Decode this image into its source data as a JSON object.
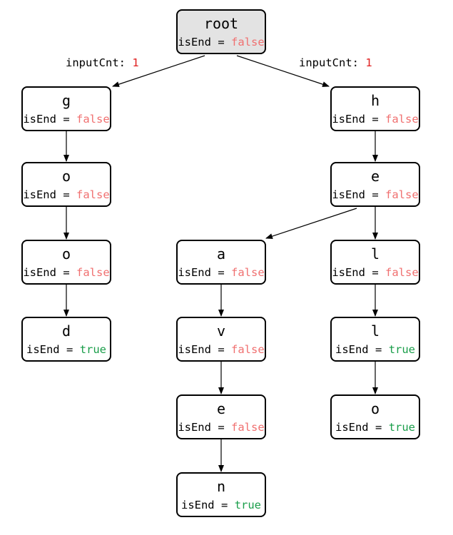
{
  "flag_key": "isEnd",
  "flag_sep": "=",
  "edge_label_key": "inputCnt:",
  "colors": {
    "false": "#f07070",
    "true": "#1a9e4a",
    "count": "#e02020",
    "root_fill": "#e3e3e3"
  },
  "nodes": [
    {
      "id": "root",
      "char": "root",
      "isEnd": "false"
    },
    {
      "id": "g",
      "char": "g",
      "isEnd": "false"
    },
    {
      "id": "g-o1",
      "char": "o",
      "isEnd": "false"
    },
    {
      "id": "g-o2",
      "char": "o",
      "isEnd": "false"
    },
    {
      "id": "g-d",
      "char": "d",
      "isEnd": "true"
    },
    {
      "id": "h",
      "char": "h",
      "isEnd": "false"
    },
    {
      "id": "h-e",
      "char": "e",
      "isEnd": "false"
    },
    {
      "id": "h-a",
      "char": "a",
      "isEnd": "false"
    },
    {
      "id": "h-v",
      "char": "v",
      "isEnd": "false"
    },
    {
      "id": "h-e2",
      "char": "e",
      "isEnd": "false"
    },
    {
      "id": "h-n",
      "char": "n",
      "isEnd": "true"
    },
    {
      "id": "h-l1",
      "char": "l",
      "isEnd": "false"
    },
    {
      "id": "h-l2",
      "char": "l",
      "isEnd": "true"
    },
    {
      "id": "h-o",
      "char": "o",
      "isEnd": "true"
    }
  ],
  "edges": [
    {
      "from": "root",
      "to": "g",
      "label": "1"
    },
    {
      "from": "root",
      "to": "h",
      "label": "1"
    },
    {
      "from": "g",
      "to": "g-o1"
    },
    {
      "from": "g-o1",
      "to": "g-o2"
    },
    {
      "from": "g-o2",
      "to": "g-d"
    },
    {
      "from": "h",
      "to": "h-e"
    },
    {
      "from": "h-e",
      "to": "h-a"
    },
    {
      "from": "h-e",
      "to": "h-l1"
    },
    {
      "from": "h-a",
      "to": "h-v"
    },
    {
      "from": "h-v",
      "to": "h-e2"
    },
    {
      "from": "h-e2",
      "to": "h-n"
    },
    {
      "from": "h-l1",
      "to": "h-l2"
    },
    {
      "from": "h-l2",
      "to": "h-o"
    }
  ]
}
